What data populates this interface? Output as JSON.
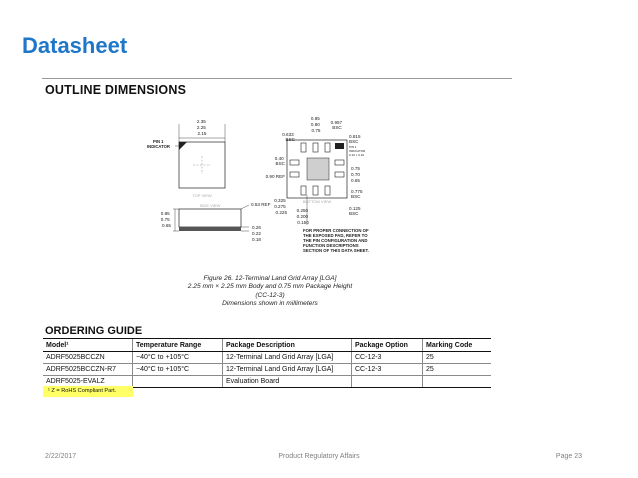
{
  "slide": {
    "title": "Datasheet"
  },
  "outline": {
    "heading": "OUTLINE DIMENSIONS",
    "figure_caption": [
      "Figure 26. 12-Terminal Land Grid Array [LGA]",
      "2.25 mm × 2.25 mm Body and 0.75 mm Package Height",
      "(CC-12-3)",
      "Dimensions shown in millimeters"
    ],
    "drawing": {
      "top_view_width_dims": [
        "2.35",
        "2.25",
        "2.15"
      ],
      "pin1_indicator_label": "PIN 1\nINDICATOR",
      "top_view_label": "TOP VIEW",
      "side_view_label": "SIDE VIEW",
      "bottom_view_label": "BOTTOM VIEW",
      "thickness_dims": [
        "0.85",
        "0.75",
        "0.65"
      ],
      "ref_053": "0.53 REF",
      "height_dims": [
        "0.26",
        "0.22",
        "0.18"
      ],
      "bottom_top_dims": [
        "0.85",
        "0.80",
        "0.75"
      ],
      "bsc_0957": "0.957\nBSC",
      "bsc_0633": "0.633\nBSC",
      "bsc_0815": "0.815\nBSC",
      "pin1_corner_note": "PIN 1\nINDICATOR\n0.10 × 0.10",
      "bsc_040": "0.40\nBSC",
      "ref_090": "0.90 REF",
      "right_dims": [
        "0.75",
        "0.70",
        "0.65"
      ],
      "bsc_0775": "0.775\nBSC",
      "left_lower_dims": [
        "0.325",
        "0.275",
        "0.225"
      ],
      "mid_lower_dims": [
        "0.250",
        "0.200",
        "0.150"
      ],
      "bsc_0125": "0.125\nBSC",
      "exposed_pad_note": "FOR PROPER CONNECTION OF\nTHE EXPOSED PAD, REFER TO\nTHE PIN CONFIGURATION AND\nFUNCTION DESCRIPTIONS\nSECTION OF THIS DATA SHEET."
    }
  },
  "ordering": {
    "heading": "ORDERING GUIDE",
    "columns": [
      "Model¹",
      "Temperature Range",
      "Package Description",
      "Package Option",
      "Marking Code"
    ],
    "rows": [
      [
        "ADRF5025BCCZN",
        "−40°C to +105°C",
        "12-Terminal Land Grid Array [LGA]",
        "CC-12-3",
        "25"
      ],
      [
        "ADRF5025BCCZN-R7",
        "−40°C to +105°C",
        "12-Terminal Land Grid Array [LGA]",
        "CC-12-3",
        "25"
      ],
      [
        "ADRF5025-EVALZ",
        "",
        "Evaluation Board",
        "",
        ""
      ]
    ],
    "footnote": "¹ Z = RoHS Compliant Part."
  },
  "footer": {
    "date": "2/22/2017",
    "center": "Product Regulatory Affairs",
    "page": "Page 23"
  }
}
